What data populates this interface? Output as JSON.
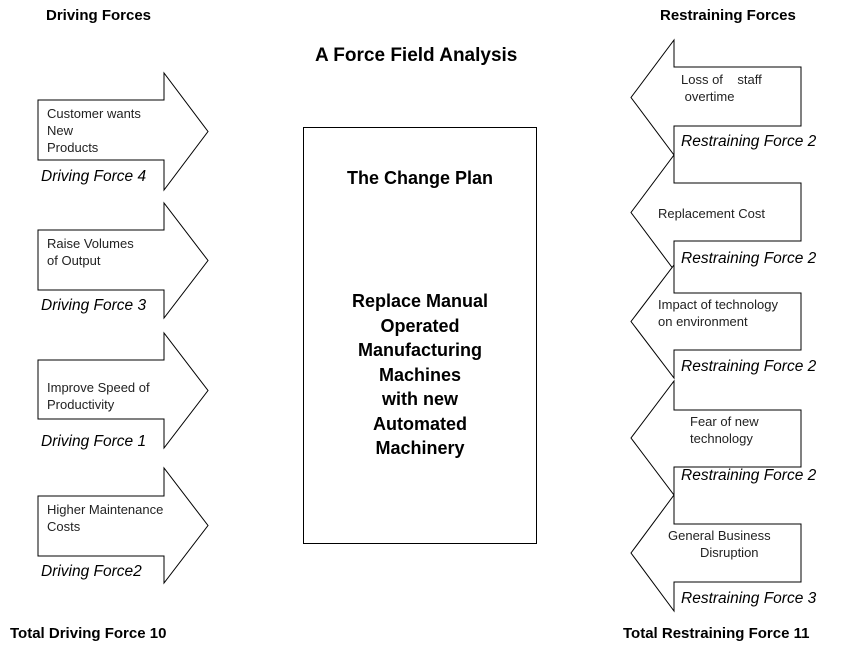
{
  "headers": {
    "driving": "Driving Forces",
    "restraining": "Restraining Forces"
  },
  "title": "A Force Field Analysis",
  "change_plan": {
    "title": "The Change Plan",
    "body": [
      "Replace Manual",
      "Operated",
      "Manufacturing",
      "Machines",
      "with new",
      "Automated",
      "Machinery"
    ]
  },
  "driving_forces": [
    {
      "text": [
        "Customer wants",
        "New",
        "Products"
      ],
      "label": "Driving Force 4",
      "score": 4
    },
    {
      "text": [
        "Raise Volumes",
        "of Output"
      ],
      "label": "Driving Force 3",
      "score": 3
    },
    {
      "text": [
        "Improve  Speed of",
        "Productivity"
      ],
      "label": "Driving Force 1",
      "score": 1
    },
    {
      "text": [
        "Higher Maintenance",
        "Costs"
      ],
      "label": "Driving Force2",
      "score": 2
    }
  ],
  "restraining_forces": [
    {
      "text": [
        "Loss of    staff",
        " overtime"
      ],
      "label": "Restraining  Force 2",
      "score": 2
    },
    {
      "text": [
        "Replacement Cost"
      ],
      "label": "Restraining  Force 2",
      "score": 2
    },
    {
      "text": [
        "Impact of technology",
        "on environment"
      ],
      "label": "Restraining  Force 2",
      "score": 2
    },
    {
      "text": [
        "Fear of new",
        "technology"
      ],
      "label": "Restraining  Force 2",
      "score": 2
    },
    {
      "text": [
        "General Business",
        "Disruption"
      ],
      "label": "Restraining  Force 3",
      "score": 3
    }
  ],
  "totals": {
    "driving": "Total Driving Force  10",
    "restraining": "Total Restraining Force  11"
  },
  "colors": {
    "arrow_fill": "#ffffff",
    "arrow_stroke": "#000000"
  }
}
